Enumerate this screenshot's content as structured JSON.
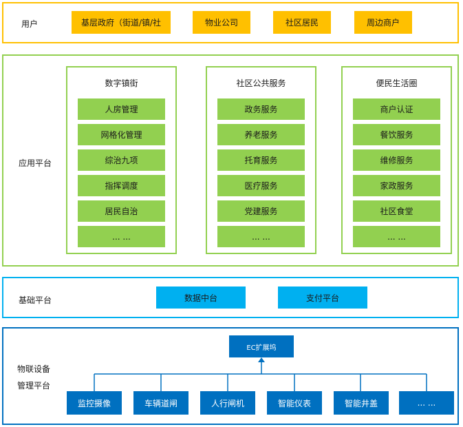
{
  "users": {
    "label": "用户",
    "items": [
      "基层政府（街道/镇/社",
      "物业公司",
      "社区居民",
      "周边商户"
    ]
  },
  "application": {
    "label": "应用平台",
    "panels": [
      {
        "title": "数字镇街",
        "items": [
          "人房管理",
          "网格化管理",
          "综治九项",
          "指挥调度",
          "居民自治",
          "... ..."
        ]
      },
      {
        "title": "社区公共服务",
        "items": [
          "政务服务",
          "养老服务",
          "托育服务",
          "医疗服务",
          "党建服务",
          "... ..."
        ]
      },
      {
        "title": "便民生活圈",
        "items": [
          "商户认证",
          "餐饮服务",
          "维修服务",
          "家政服务",
          "社区食堂",
          "... ..."
        ]
      }
    ]
  },
  "base": {
    "label": "基础平台",
    "items": [
      "数据中台",
      "支付平台"
    ]
  },
  "iot": {
    "label_line1": "物联设备",
    "label_line2": "管理平台",
    "ec": "EC扩展坞",
    "devices": [
      "监控摄像",
      "车辆道闸",
      "人行闸机",
      "智能仪表",
      "智能井盖",
      "... ..."
    ]
  },
  "colors": {
    "user_border": "#ffc000",
    "user_box": "#ffc000",
    "app_border": "#92d050",
    "app_item": "#92d050",
    "base_border": "#00b0f0",
    "base_box": "#00b0f0",
    "iot_border": "#0070c0",
    "iot_box": "#0070c0"
  }
}
